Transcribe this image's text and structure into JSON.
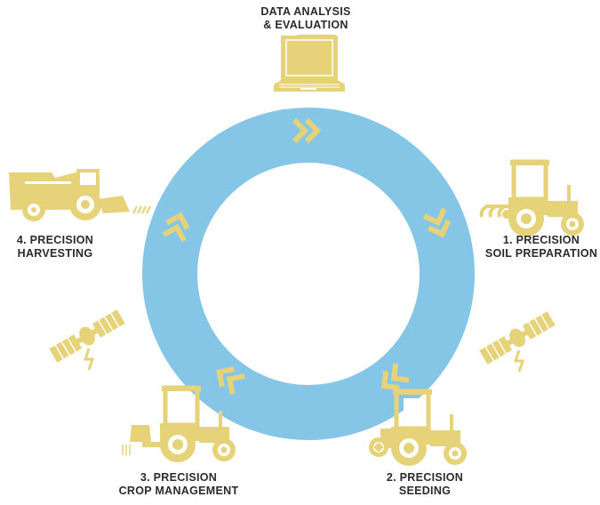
{
  "colors": {
    "ring": "#85c6e7",
    "icon": "#e5d279",
    "icon_dark": "#ffffff",
    "text": "#2b2b2b"
  },
  "stages": {
    "data_analysis": {
      "line1": "DATA ANALYSIS",
      "line2": "& EVALUATION",
      "icon": "laptop-with-documents-icon"
    },
    "soil_preparation": {
      "line1": "1. PRECISION",
      "line2": "SOIL PREPARATION",
      "icon": "tractor-with-cultivator-icon"
    },
    "seeding": {
      "line1": "2. PRECISION",
      "line2": "SEEDING",
      "icon": "tractor-with-seeder-icon"
    },
    "crop_management": {
      "line1": "3. PRECISION",
      "line2": "CROP MANAGEMENT",
      "icon": "tractor-with-sprayer-icon"
    },
    "harvesting": {
      "line1": "4. PRECISION",
      "line2": "HARVESTING",
      "icon": "combine-harvester-icon"
    }
  },
  "satellites": [
    {
      "icon": "satellite-icon"
    },
    {
      "icon": "satellite-icon"
    }
  ],
  "cycle": {
    "arrow_count": 5,
    "direction": "clockwise"
  }
}
